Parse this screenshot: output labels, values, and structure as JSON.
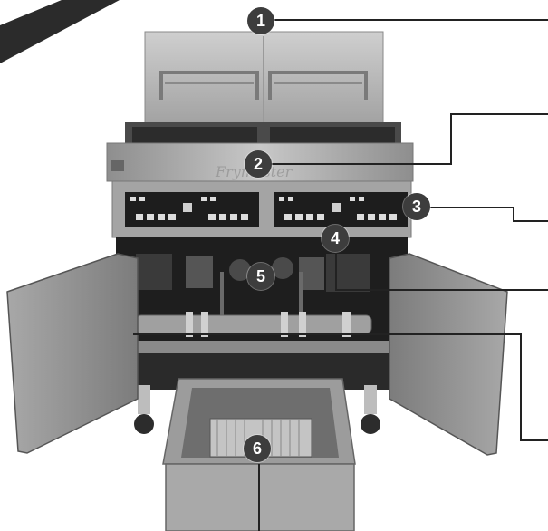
{
  "callouts": [
    {
      "number": "1",
      "target": "frypot-backsplash"
    },
    {
      "number": "2",
      "target": "control-header-front-panel"
    },
    {
      "number": "3",
      "target": "dual-controllers"
    },
    {
      "number": "4",
      "target": "drain-valve-assembly"
    },
    {
      "number": "5",
      "target": "filter-return-manifold"
    },
    {
      "number": "6",
      "target": "filter-pan"
    }
  ],
  "colors": {
    "callout_fill": "#3d3d3d",
    "callout_text": "#ffffff",
    "leader_line": "#222222",
    "steel": "#b7b7b7",
    "steel_dark": "#5a5a5a",
    "cabinet_interior": "#1e1e1e",
    "corner_ribbon": "#2b2b2b"
  },
  "icons": [
    "deep-fryer-illustration"
  ]
}
